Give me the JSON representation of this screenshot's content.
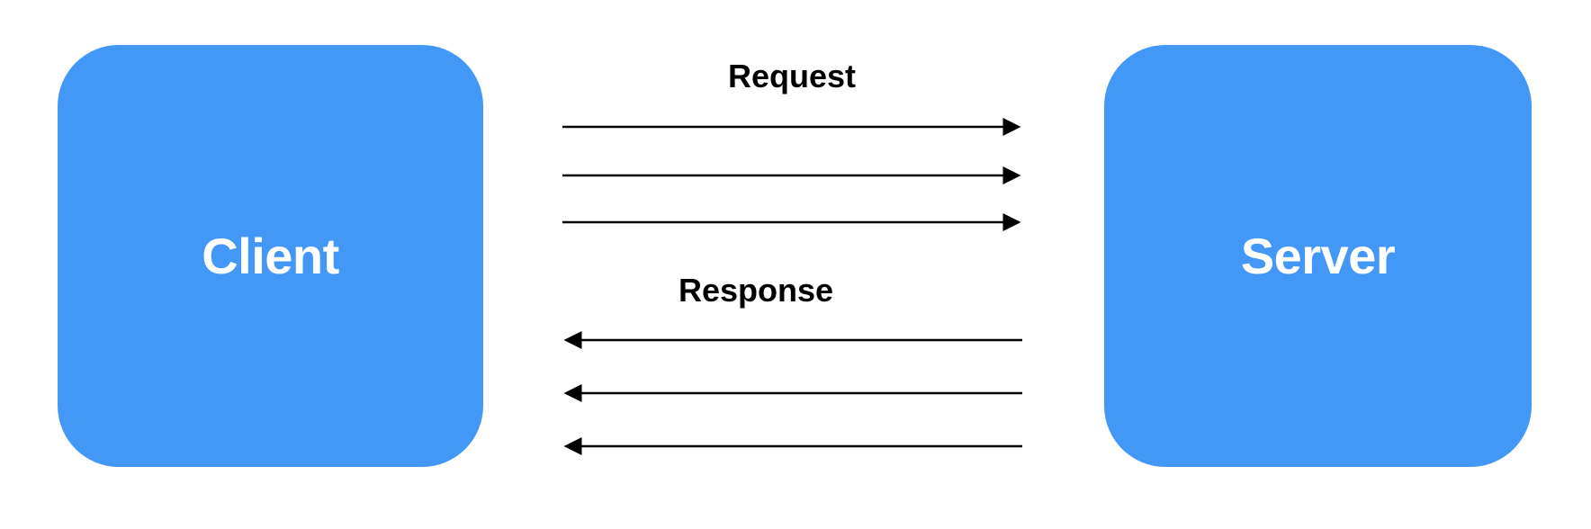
{
  "diagram": {
    "client": {
      "label": "Client"
    },
    "server": {
      "label": "Server"
    },
    "request": {
      "label": "Request",
      "arrow_count": 3,
      "direction": "client-to-server"
    },
    "response": {
      "label": "Response",
      "arrow_count": 3,
      "direction": "server-to-client"
    }
  },
  "colors": {
    "node_fill": "#4398F7",
    "node_text": "#ffffff",
    "arrow": "#000000",
    "label_text": "#000000",
    "background": "#ffffff"
  }
}
